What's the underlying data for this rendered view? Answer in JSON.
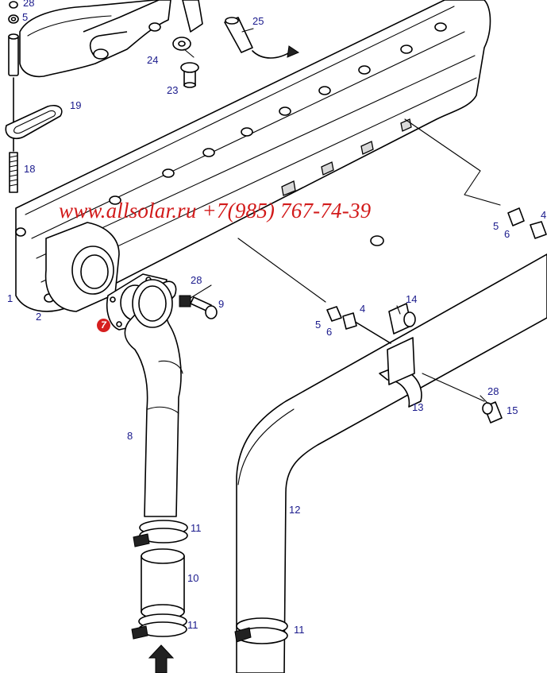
{
  "watermark": "www.allsolar.ru +7(985) 767-74-39",
  "highlighted_part": "7",
  "colors": {
    "callout_text": "#1a1a8c",
    "highlight": "#d61f1f",
    "watermark": "#d21a1a"
  },
  "icons": [
    "flow-arrow-icon"
  ],
  "callouts": [
    {
      "id": "c28a",
      "text": "28"
    },
    {
      "id": "c5a",
      "text": "5"
    },
    {
      "id": "c25",
      "text": "25"
    },
    {
      "id": "c24",
      "text": "24"
    },
    {
      "id": "c23",
      "text": "23"
    },
    {
      "id": "c19",
      "text": "19"
    },
    {
      "id": "c18",
      "text": "18"
    },
    {
      "id": "c1",
      "text": "1"
    },
    {
      "id": "c2",
      "text": "2"
    },
    {
      "id": "c28b",
      "text": "28"
    },
    {
      "id": "c9",
      "text": "9"
    },
    {
      "id": "c5b",
      "text": "5"
    },
    {
      "id": "c6b",
      "text": "6"
    },
    {
      "id": "c4b",
      "text": "4"
    },
    {
      "id": "c5c",
      "text": "5"
    },
    {
      "id": "c6c",
      "text": "6"
    },
    {
      "id": "c4c",
      "text": "4"
    },
    {
      "id": "c14",
      "text": "14"
    },
    {
      "id": "c13",
      "text": "13"
    },
    {
      "id": "c28c",
      "text": "28"
    },
    {
      "id": "c15",
      "text": "15"
    },
    {
      "id": "c8",
      "text": "8"
    },
    {
      "id": "c12",
      "text": "12"
    },
    {
      "id": "c11a",
      "text": "11"
    },
    {
      "id": "c10",
      "text": "10"
    },
    {
      "id": "c11b",
      "text": "11"
    },
    {
      "id": "c11c",
      "text": "11"
    }
  ]
}
